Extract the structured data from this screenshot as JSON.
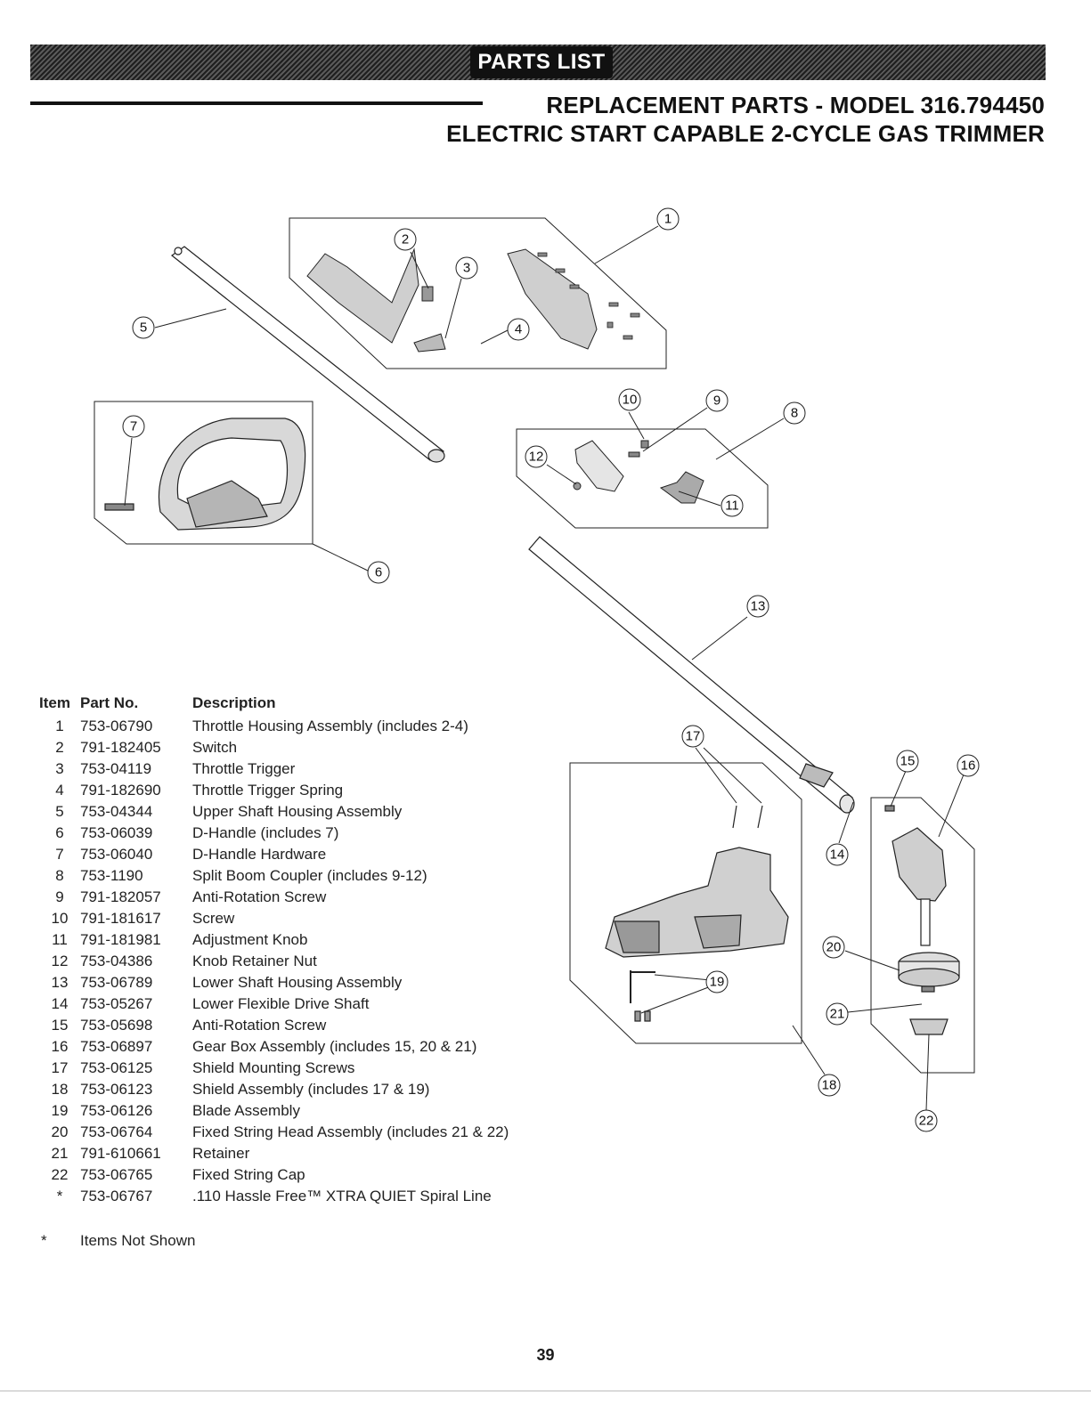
{
  "header": {
    "banner": "PARTS LIST",
    "title_line1": "REPLACEMENT PARTS - MODEL 316.794450",
    "title_line2": "ELECTRIC START CAPABLE 2-CYCLE GAS TRIMMER"
  },
  "callouts": [
    "1",
    "2",
    "3",
    "4",
    "5",
    "6",
    "7",
    "8",
    "9",
    "10",
    "11",
    "12",
    "13",
    "14",
    "15",
    "16",
    "17",
    "18",
    "19",
    "20",
    "21",
    "22"
  ],
  "table": {
    "headers": {
      "item": "Item",
      "part": "Part No.",
      "desc": "Description"
    },
    "rows": [
      {
        "item": "1",
        "part": "753-06790",
        "desc": "Throttle Housing Assembly (includes 2-4)"
      },
      {
        "item": "2",
        "part": "791-182405",
        "desc": "Switch"
      },
      {
        "item": "3",
        "part": "753-04119",
        "desc": "Throttle Trigger"
      },
      {
        "item": "4",
        "part": "791-182690",
        "desc": "Throttle Trigger Spring"
      },
      {
        "item": "5",
        "part": "753-04344",
        "desc": "Upper Shaft Housing Assembly"
      },
      {
        "item": "6",
        "part": "753-06039",
        "desc": "D-Handle (includes 7)"
      },
      {
        "item": "7",
        "part": "753-06040",
        "desc": "D-Handle Hardware"
      },
      {
        "item": "8",
        "part": "753-1190",
        "desc": "Split Boom Coupler (includes 9-12)"
      },
      {
        "item": "9",
        "part": "791-182057",
        "desc": "Anti-Rotation Screw"
      },
      {
        "item": "10",
        "part": "791-181617",
        "desc": "Screw"
      },
      {
        "item": "11",
        "part": "791-181981",
        "desc": "Adjustment Knob"
      },
      {
        "item": "12",
        "part": "753-04386",
        "desc": "Knob Retainer Nut"
      },
      {
        "item": "13",
        "part": "753-06789",
        "desc": "Lower Shaft Housing Assembly"
      },
      {
        "item": "14",
        "part": "753-05267",
        "desc": "Lower Flexible Drive Shaft"
      },
      {
        "item": "15",
        "part": "753-05698",
        "desc": "Anti-Rotation Screw"
      },
      {
        "item": "16",
        "part": "753-06897",
        "desc": "Gear Box Assembly (includes 15, 20 & 21)"
      },
      {
        "item": "17",
        "part": "753-06125",
        "desc": "Shield Mounting Screws"
      },
      {
        "item": "18",
        "part": "753-06123",
        "desc": "Shield Assembly (includes 17 & 19)"
      },
      {
        "item": "19",
        "part": "753-06126",
        "desc": "Blade Assembly"
      },
      {
        "item": "20",
        "part": "753-06764",
        "desc": "Fixed String Head Assembly (includes 21 & 22)"
      },
      {
        "item": "21",
        "part": "791-610661",
        "desc": "Retainer"
      },
      {
        "item": "22",
        "part": "753-06765",
        "desc": "Fixed String Cap"
      },
      {
        "item": "*",
        "part": "753-06767",
        "desc": ".110 Hassle Free™ XTRA QUIET Spiral Line"
      }
    ]
  },
  "note": {
    "star": "*",
    "text": "Items Not Shown"
  },
  "page_number": "39"
}
